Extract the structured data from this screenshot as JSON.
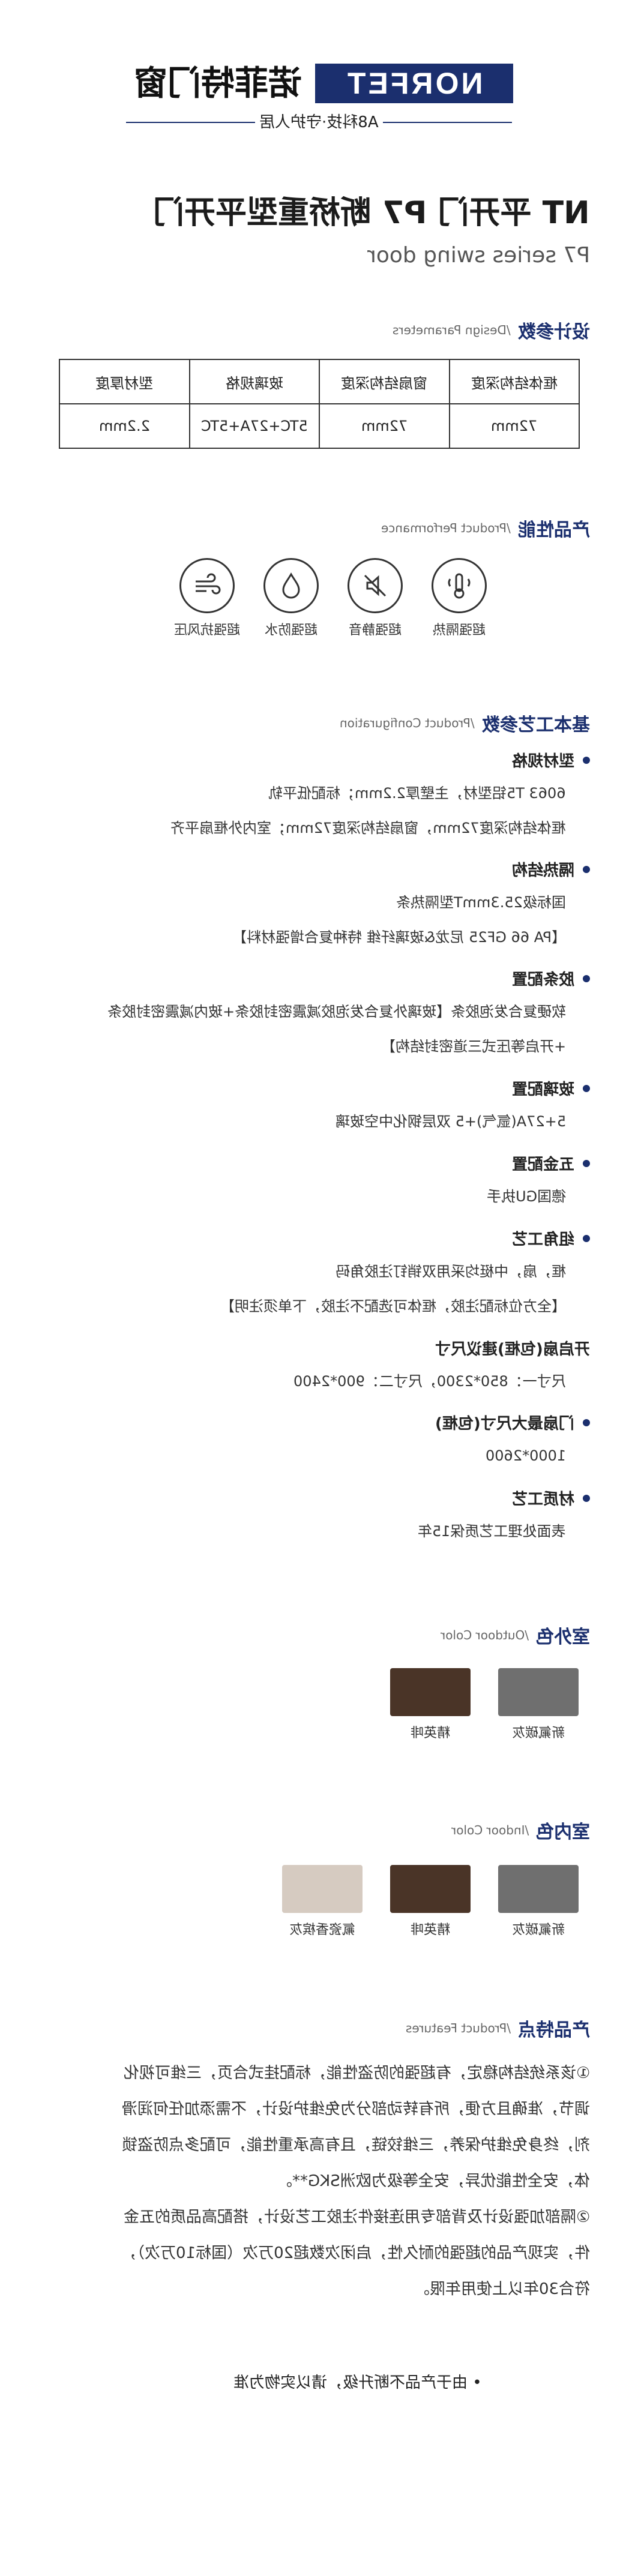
{
  "brand": {
    "logo_en": "NORFET",
    "logo_cn": "诺菲特门窗",
    "slogan": "A8科技·守护人居",
    "accent": "#1b2f6e"
  },
  "product": {
    "title": "NT 平开门 P7 断桥重型平开门",
    "subtitle": "P7 series swing door"
  },
  "design": {
    "heading_cn": "设计参数",
    "heading_en": "/Design Parameters",
    "headers": [
      "框体结构深度",
      "窗扇结构深度",
      "玻璃规格",
      "型材厚度"
    ],
    "values": [
      "72mm",
      "72mm",
      "5TC+27A+5TC",
      "2.2mm"
    ]
  },
  "performance": {
    "heading_cn": "产品性能",
    "heading_en": "/Product Performance",
    "items": [
      {
        "label": "超强隔热",
        "icon": "thermal-icon"
      },
      {
        "label": "超强静音",
        "icon": "mute-icon"
      },
      {
        "label": "超强防水",
        "icon": "water-drop-icon"
      },
      {
        "label": "超强抗风压",
        "icon": "wind-icon"
      }
    ]
  },
  "config": {
    "heading_cn": "基本工艺参数",
    "heading_en": "/Product Configuration",
    "sections": [
      {
        "title": "型材规格",
        "lines": [
          "6063 T5铝型材，主壁厚2.2mm；标配低平轨",
          "框体结构深度72mm，窗扇结构深度72mm；室内外框扇平齐"
        ]
      },
      {
        "title": "隔热结构",
        "lines": [
          "国标级25.3mmT型隔热条",
          "【PA 66 GF25 尼龙&玻璃纤维 特种复合增强材料】"
        ]
      },
      {
        "title": "胶条配置",
        "lines": [
          "软硬复合发泡胶条【玻璃外复合发泡胶减震密封胶条+玻内减震密封胶条",
          "+开启等压式三道密封结构】"
        ]
      },
      {
        "title": "玻璃配置",
        "lines": [
          "5+27A(氩气)+5 双层钢化中空玻璃"
        ]
      },
      {
        "title": "五金配置",
        "lines": [
          "德国GU执手"
        ]
      },
      {
        "title": "组角工艺",
        "lines": [
          "框，扇，中梃均采用双销钉注胶角码",
          "【全方位标配注胶，框体可选配不注胶，下单须注明】"
        ]
      },
      {
        "title": "开启扇(包框)建议尺寸",
        "lines": [
          "尺寸一：850*2300，尺寸二：900*2400"
        ]
      },
      {
        "title": "门扇最大尺寸(包框)",
        "lines": [
          "1000*2600"
        ]
      },
      {
        "title": "材质工艺",
        "lines": [
          "表面处理工艺质保15年"
        ]
      }
    ]
  },
  "outdoor": {
    "heading_cn": "室外色",
    "heading_en": "/Outdoor Color",
    "swatches": [
      {
        "label": "新氟碳灰",
        "color": "#6f6f6f"
      },
      {
        "label": "精英啡",
        "color": "#4a3427"
      }
    ]
  },
  "indoor": {
    "heading_cn": "室内色",
    "heading_en": "/Indoor Color",
    "swatches": [
      {
        "label": "新氟碳灰",
        "color": "#6f6f6f"
      },
      {
        "label": "精英啡",
        "color": "#4a3427"
      },
      {
        "label": "氟瓷香槟灰",
        "color": "#d6cbc1"
      }
    ]
  },
  "features": {
    "heading_cn": "产品特点",
    "heading_en": "/Product Features",
    "lines": [
      "①该系统结构稳定，有超强的防盗性能，标配挂式合页，三维可视化",
      "调节，准确且方便，所有转动部分为免维护设计，不需添加任何润滑",
      "剂，终身免维护保养，三维铰链，且有高承重性能，可配多点防盗锁",
      "体，安全性能优异，安全等级为欧洲SKG**。",
      "②隔部加强设计及背部专用连接件注胶工艺设计，搭配高品质的五金",
      "件，实现产品的超强的耐久性，启闭次数超20万次（国标10万次），",
      "符合30年以上使用年限。"
    ]
  },
  "footnote": "• 由于产品不断升级，请以实物为准"
}
